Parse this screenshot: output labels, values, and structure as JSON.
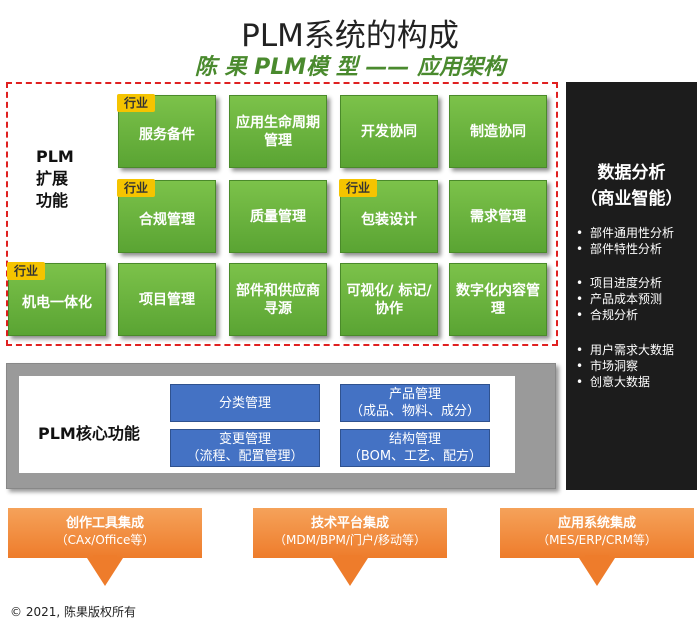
{
  "title": "PLM系统的构成",
  "subtitle": "陈 果 PLM模 型 —— 应用架构",
  "extension": {
    "label_line1": "PLM",
    "label_line2": "扩展",
    "label_line3": "功能",
    "badge": "行业",
    "boxes": [
      {
        "label": "服务备件"
      },
      {
        "label": "应用生命周期管理"
      },
      {
        "label": "开发协同"
      },
      {
        "label": "制造协同"
      },
      {
        "label": "合规管理"
      },
      {
        "label": "质量管理"
      },
      {
        "label": "包装设计"
      },
      {
        "label": "需求管理"
      },
      {
        "label": "机电一体化"
      },
      {
        "label": "项目管理"
      },
      {
        "label": "部件和供应商寻源"
      },
      {
        "label": "可视化/ 标记/协作"
      },
      {
        "label": "数字化内容管理"
      }
    ]
  },
  "core": {
    "label": "PLM核心功能",
    "boxes": [
      {
        "title": "分类管理",
        "sub": ""
      },
      {
        "title": "产品管理",
        "sub": "（成品、物料、成分）"
      },
      {
        "title": "变更管理",
        "sub": "（流程、配置管理）"
      },
      {
        "title": "结构管理",
        "sub": "（BOM、工艺、配方）"
      }
    ]
  },
  "analytics": {
    "title_line1": "数据分析",
    "title_line2": "（商业智能）",
    "groups": [
      [
        "部件通用性分析",
        "部件特性分析"
      ],
      [
        "项目进度分析",
        "产品成本预测",
        "合规分析"
      ],
      [
        "用户需求大数据",
        "市场洞察",
        "创意大数据"
      ]
    ]
  },
  "integrations": [
    {
      "title": "创作工具集成",
      "sub": "（CAx/Office等）"
    },
    {
      "title": "技术平台集成",
      "sub": "（MDM/BPM/门户/移动等）"
    },
    {
      "title": "应用系统集成",
      "sub": "（MES/ERP/CRM等）"
    }
  ],
  "copyright": "© 2021, 陈果版权所有",
  "colors": {
    "green_box": "#5aa433",
    "badge": "#f5c400",
    "core_box": "#4472c4",
    "analytics_bg": "#1c1c1c",
    "integration": "#ee7c2b",
    "dashed_frame": "#e02020",
    "subtitle": "#4a8a2e"
  }
}
